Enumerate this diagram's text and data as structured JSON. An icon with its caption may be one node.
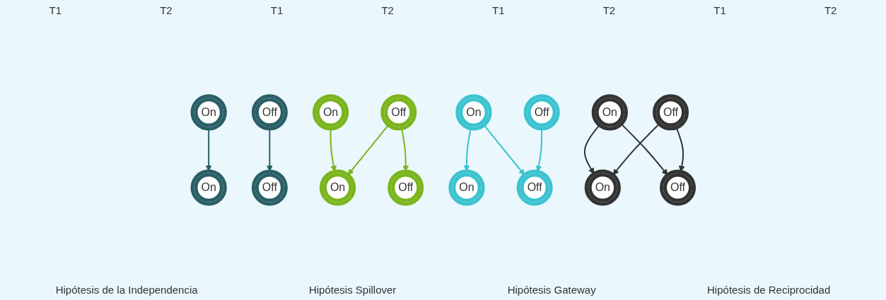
{
  "diagram": {
    "nodes": [
      {
        "text": [
          "On"
        ]
      },
      {
        "text": [
          "On"
        ]
      },
      {
        "text": [
          "Off"
        ]
      },
      {
        "text": [
          "Off"
        ]
      },
      {
        "text": [
          "On"
        ]
      },
      {
        "text": [
          "On"
        ]
      },
      {
        "text": [
          "Off"
        ]
      },
      {
        "text": [
          "Off"
        ]
      },
      {
        "text": [
          "On"
        ]
      },
      {
        "text": [
          "On"
        ]
      },
      {
        "text": [
          "Off"
        ]
      },
      {
        "text": [
          "Off"
        ]
      },
      {
        "text": [
          "On"
        ]
      },
      {
        "text": [
          "On"
        ]
      },
      {
        "text": [
          "Off"
        ]
      },
      {
        "text": [
          "Off"
        ]
      }
    ],
    "edges": [
      {
        "from": 0,
        "to": 1,
        "arrow": "to",
        "color": "#2a5f66"
      },
      {
        "from": 2,
        "to": 3,
        "arrow": "to",
        "color": "#2a5f66"
      },
      {
        "from": 4,
        "to": 5,
        "arrow": "to",
        "color": "#7ab51d"
      },
      {
        "from": 6,
        "to": 5,
        "arrow": "to",
        "color": "#7ab51d"
      },
      {
        "from": 6,
        "to": 7,
        "arrow": "to",
        "color": "#7ab51d"
      },
      {
        "from": 8,
        "to": 9,
        "arrow": "to",
        "color": "#3cc3d0"
      },
      {
        "from": 8,
        "to": 11,
        "arrow": "to",
        "color": "#3cc3d0"
      },
      {
        "from": 10,
        "to": 11,
        "arrow": "to",
        "color": "#3cc3d0"
      },
      {
        "from": 12,
        "to": 13,
        "arrow": "to",
        "color": "#333333"
      },
      {
        "from": 12,
        "to": 15,
        "arrow": "to",
        "color": "#333333"
      },
      {
        "from": 14,
        "to": 13,
        "arrow": "to",
        "color": "#333333"
      },
      {
        "from": 14,
        "to": 15,
        "arrow": "to",
        "color": "#333333"
      }
    ],
    "labels": [
      "T1",
      "T2",
      "T1",
      "T2",
      "T1",
      "T2",
      "T1",
      "T2",
      "Hipótesis de la Independencia",
      "Hipótesis Spillover",
      "Hipótesis Gateway",
      "Hipótesis de Reciprocidad"
    ]
  }
}
